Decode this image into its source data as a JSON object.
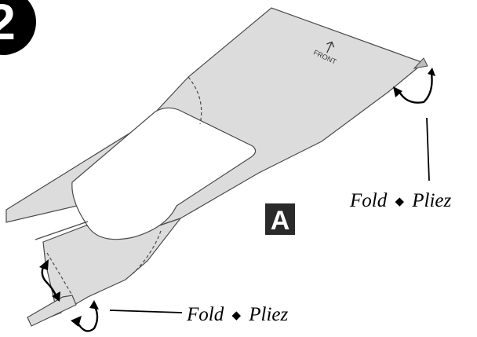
{
  "step": {
    "number": "2"
  },
  "panel": {
    "label": "A"
  },
  "arrow_text": "FRONT",
  "callouts": [
    {
      "fold": "Fold",
      "sep": "◆",
      "pliez": "Pliez"
    },
    {
      "fold": "Fold",
      "sep": "◆",
      "pliez": "Pliez"
    }
  ],
  "colors": {
    "paper": "#dcdcdc",
    "outline": "#4a4a4a",
    "ink": "#000000",
    "label_bg": "#2a2a2a",
    "label_fg": "#ffffff"
  }
}
